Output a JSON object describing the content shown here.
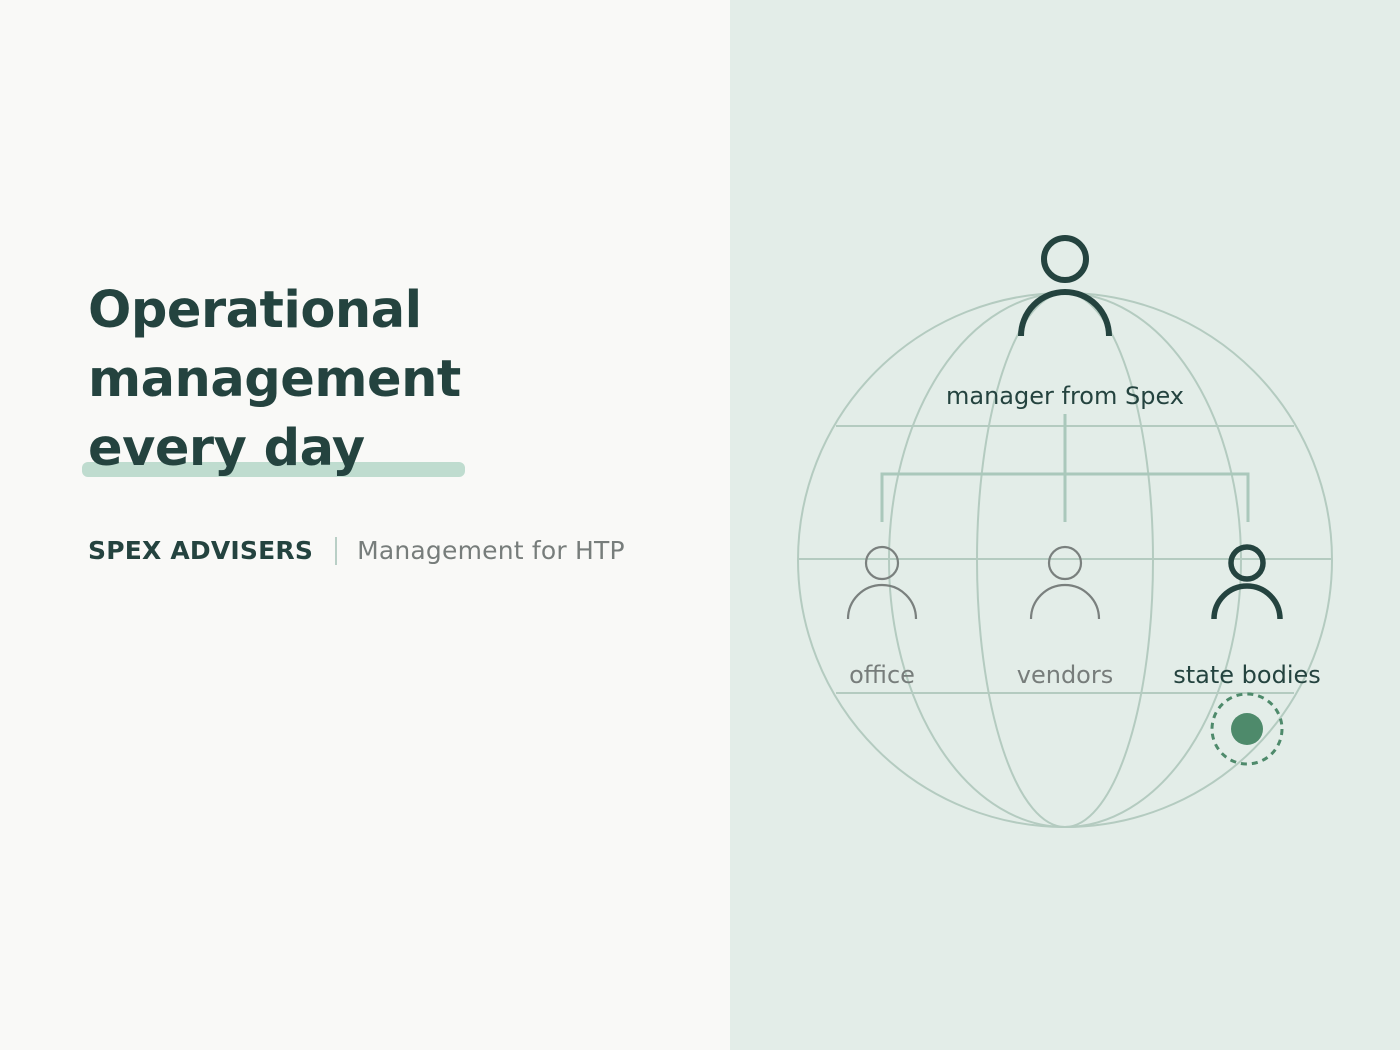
{
  "headline": {
    "line1": "Operational",
    "line2": "management",
    "line3": "every day"
  },
  "brand": "SPEX ADVISERS",
  "subtitle": "Management for HTP",
  "diagram": {
    "top_label": "manager from Spex",
    "nodes": [
      {
        "label": "office",
        "highlighted": false
      },
      {
        "label": "vendors",
        "highlighted": false
      },
      {
        "label": "state bodies",
        "highlighted": true
      }
    ]
  },
  "colors": {
    "dark_green": "#24433f",
    "accent_green": "#4e8a6b",
    "globe_line": "#b4cbc0",
    "muted_gray": "#777d7b",
    "right_panel_bg": "#e3ede8",
    "highlight": "#bfdccf"
  }
}
